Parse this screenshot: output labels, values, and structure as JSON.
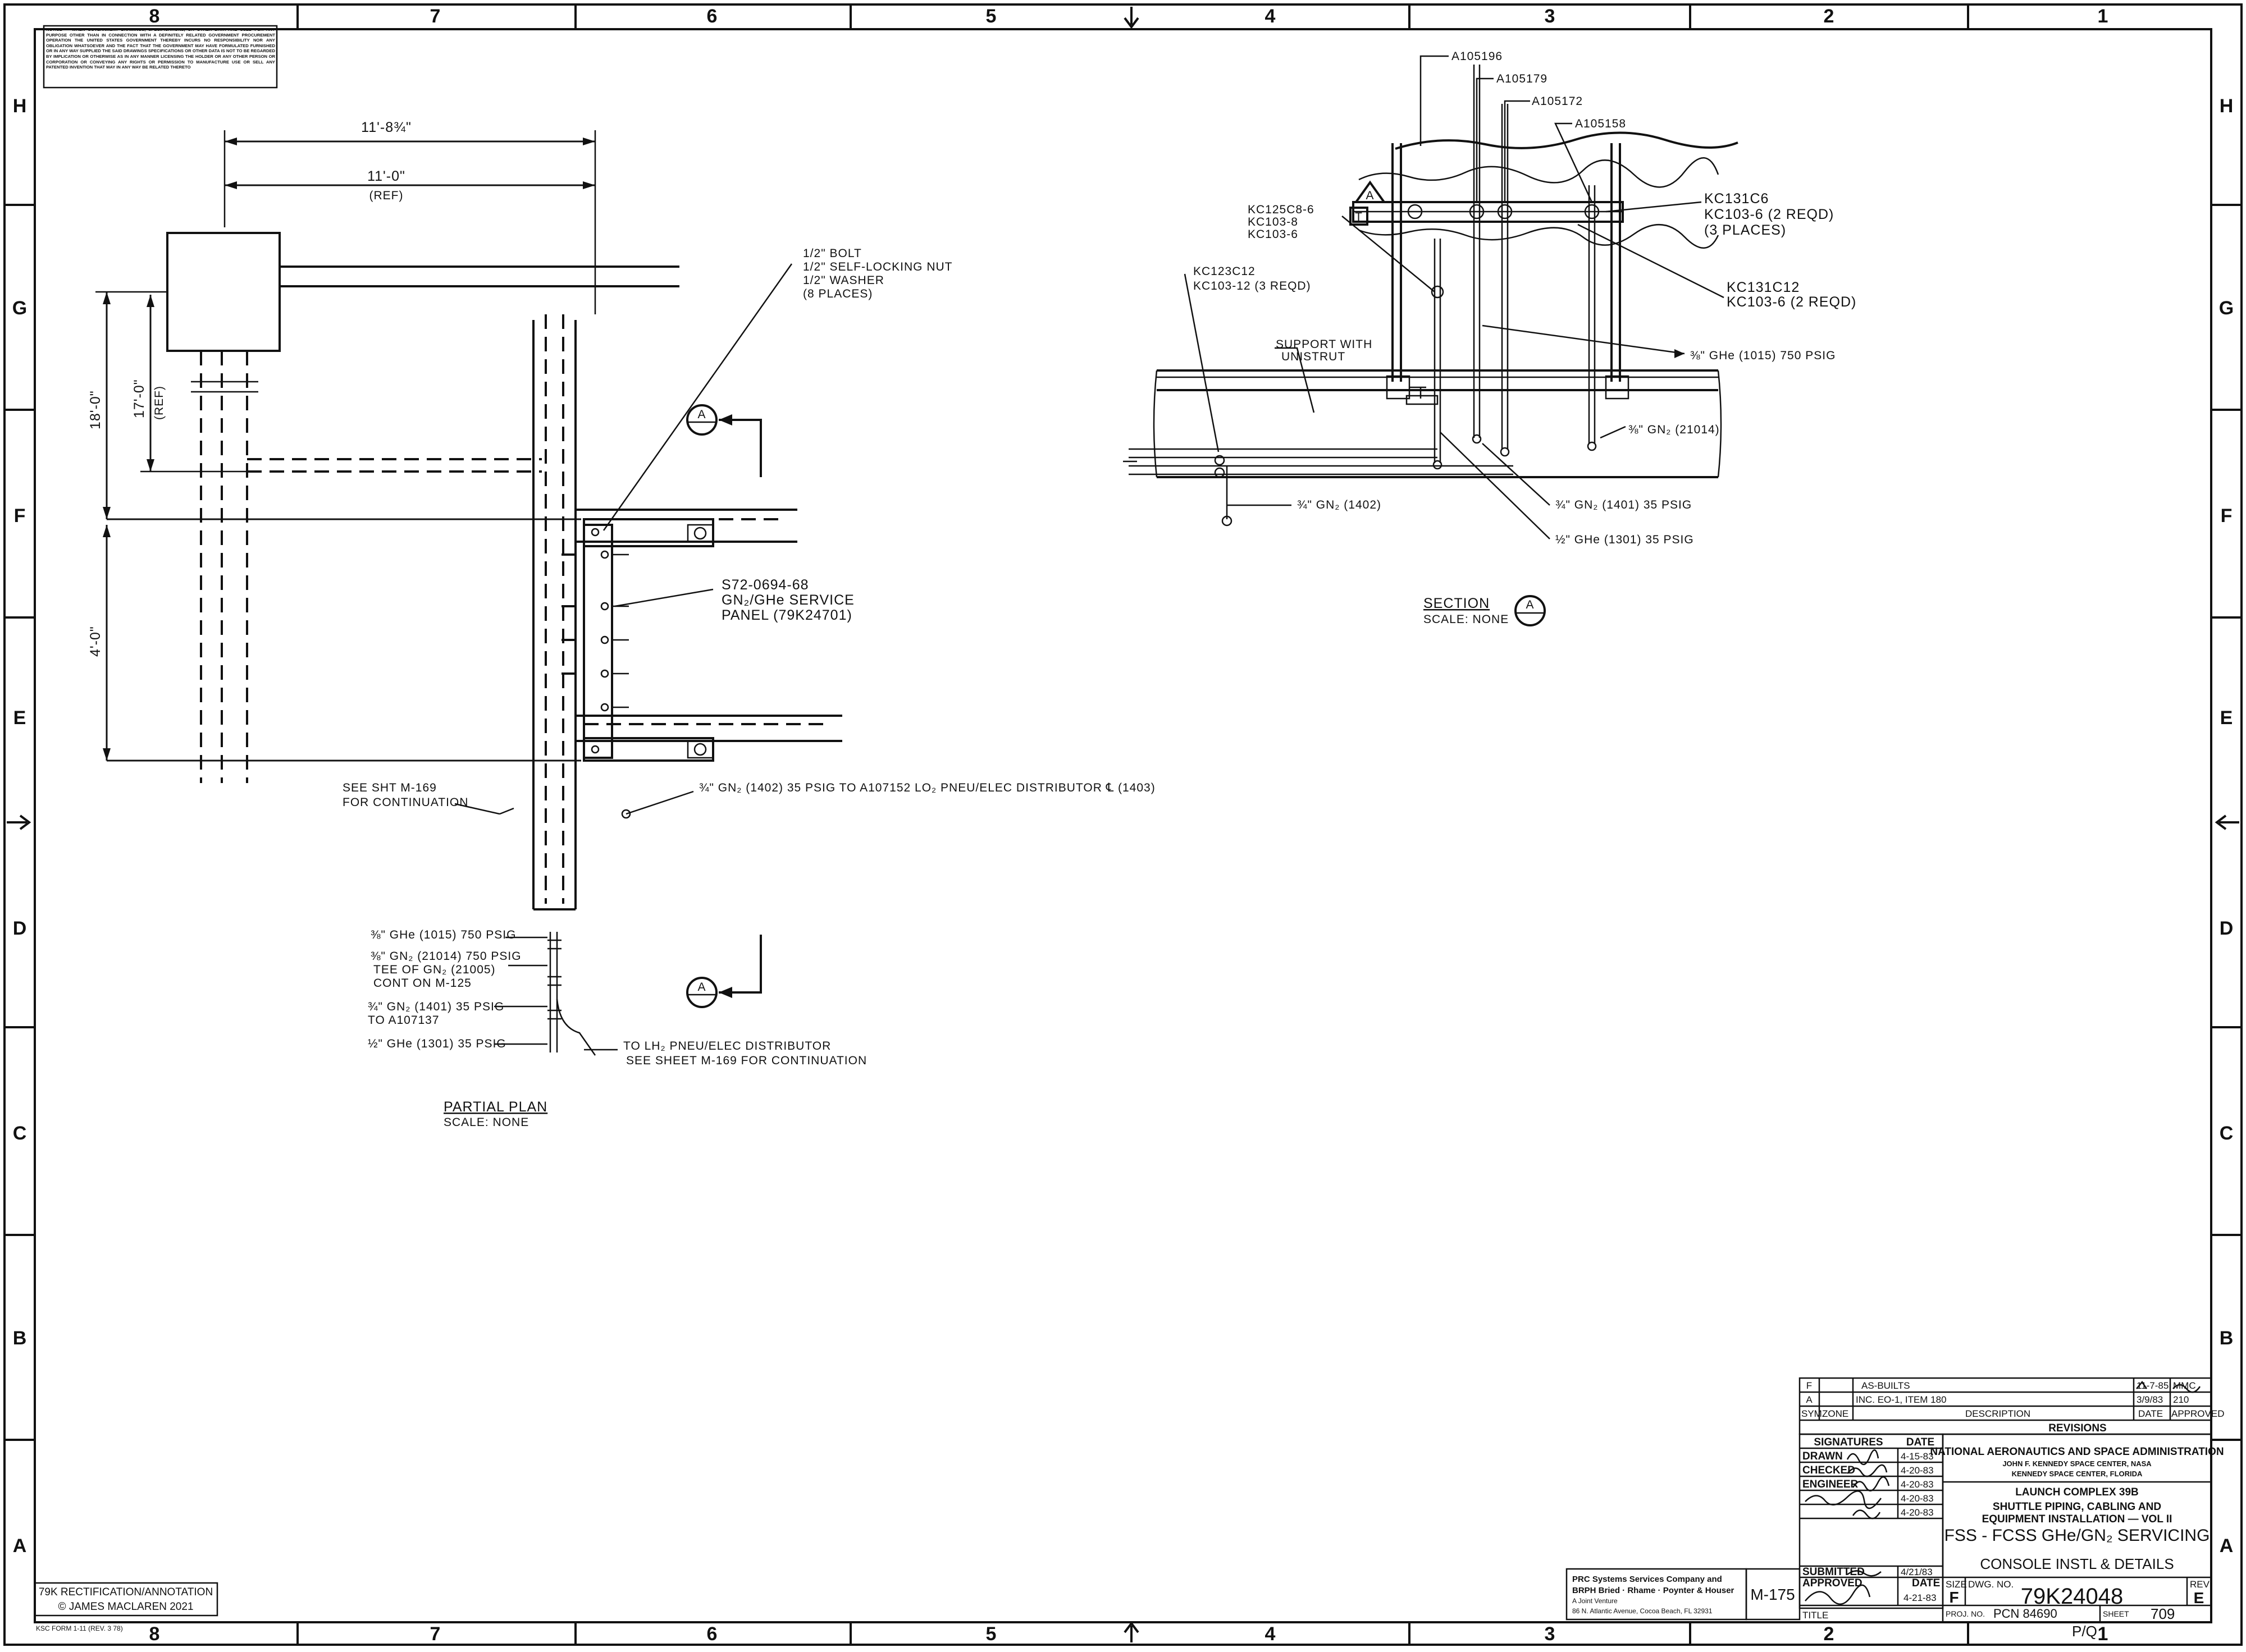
{
  "border": {
    "columns": [
      "8",
      "7",
      "6",
      "5",
      "4",
      "3",
      "2",
      "1"
    ],
    "rows": [
      "H",
      "G",
      "F",
      "E",
      "D",
      "C",
      "B",
      "A"
    ]
  },
  "notice": "NOTICE — WHEN GOVERNMENT DRAWINGS, SPECIFICATIONS, OR OTHER DATA ARE USED FOR ANY PURPOSE OTHER THAN IN CONNECTION WITH A DEFINITELY RELATED GOVERNMENT PROCUREMENT OPERATION THE UNITED STATES GOVERNMENT THEREBY INCURS NO RESPONSIBILITY NOR ANY OBLIGATION WHATSOEVER AND THE FACT THAT THE GOVERNMENT MAY HAVE FORMULATED FURNISHED OR IN ANY WAY SUPPLIED THE SAID DRAWINGS SPECIFICATIONS OR OTHER DATA IS NOT TO BE REGARDED BY IMPLICATION OR OTHERWISE AS IN ANY MANNER LICENSING THE HOLDER OR ANY OTHER PERSON OR CORPORATION OR CONVEYING ANY RIGHTS OR PERMISSION TO MANUFACTURE USE OR SELL ANY PATENTED INVENTION THAT MAY IN ANY WAY BE RELATED THERETO",
  "plan": {
    "dim_top": "11'-8¾\"",
    "dim_ref": "11'-0\"",
    "dim_ref_note": "(REF)",
    "dim_left": "18'-0\"",
    "dim_17": "17'-0\"",
    "dim_17_ref": "(REF)",
    "dim_4": "4'-0\"",
    "bolt_lines": [
      "1/2\" BOLT",
      "1/2\" SELF-LOCKING NUT",
      "1/2\" WASHER",
      "(8 PLACES)"
    ],
    "panel_lines": [
      "S72-0694-68",
      "GN₂/GHe SERVICE",
      "PANEL (79K24701)"
    ],
    "see_sht_lines": [
      "SEE SHT M-169",
      "FOR CONTINUATION"
    ],
    "gn2_1402": "¾\" GN₂ (1402) 35 PSIG TO A107152 LO₂ PNEU/ELEC DISTRIBUTOR ℄ (1403)",
    "pipe_labels": [
      "⅜\" GHe (1015) 750 PSIG",
      "⅜\" GN₂ (21014) 750 PSIG",
      "TEE OF GN₂ (21005)",
      "CONT ON M-125",
      "¾\" GN₂ (1401) 35 PSIG",
      "TO A107137",
      "½\" GHe (1301) 35 PSIG"
    ],
    "to_lh2_lines": [
      "TO LH₂ PNEU/ELEC DISTRIBUTOR",
      "SEE SHEET M-169 FOR CONTINUATION"
    ],
    "section_mark": "A",
    "title": "PARTIAL PLAN",
    "scale": "SCALE: NONE"
  },
  "section": {
    "parts": [
      "A105196",
      "A105179",
      "A105172",
      "A105158"
    ],
    "kc125_lines": [
      "KC125C8-6",
      "KC103-8",
      "KC103-6"
    ],
    "kc123_lines": [
      "KC123C12",
      "KC103-12 (3 REQD)"
    ],
    "kc131c6_lines": [
      "KC131C6",
      "KC103-6 (2 REQD)",
      "(3 PLACES)"
    ],
    "kc131c12_lines": [
      "KC131C12",
      "KC103-6 (2 REQD)"
    ],
    "support_lines": [
      "SUPPORT WITH",
      "UNISTRUT"
    ],
    "ghe_1015": "⅜\" GHe (1015) 750 PSIG",
    "gn2_21014": "⅜\" GN₂ (21014)",
    "gn2_1402": "¾\" GN₂ (1402)",
    "gn2_1401": "¾\" GN₂ (1401) 35 PSIG",
    "ghe_1301": "½\" GHe (1301) 35 PSIG",
    "section_mark": "A",
    "tag_a": "A",
    "tag_t": "T",
    "title": "SECTION",
    "scale": "SCALE: NONE"
  },
  "revisions": {
    "rows": [
      {
        "sym": "F",
        "zone": "",
        "desc": "AS-BUILTS",
        "date": "11-7-85",
        "approved": "MMC"
      },
      {
        "sym": "A",
        "zone": "",
        "desc": "INC. EO-1, ITEM 180",
        "date": "3/9/83",
        "approved": "210"
      }
    ],
    "hdr_sym": "SYM.",
    "hdr_zone": "ZONE",
    "hdr_desc": "DESCRIPTION",
    "hdr_date": "DATE",
    "hdr_approved": "APPROVED",
    "label": "REVISIONS"
  },
  "signatures": {
    "hdr_sig": "SIGNATURES",
    "hdr_date": "DATE",
    "rows": [
      {
        "role": "DRAWN",
        "date": "4-15-83"
      },
      {
        "role": "CHECKED",
        "date": "4-20-83"
      },
      {
        "role": "ENGINEER",
        "date": "4-20-83"
      },
      {
        "role": "",
        "date": "4-20-83"
      },
      {
        "role": "",
        "date": "4-20-83"
      }
    ],
    "submitted": "SUBMITTED",
    "submitted_date": "4/21/83",
    "approved": "APPROVED",
    "approved_date": "4-21-83",
    "date_lbl": "DATE"
  },
  "agency": {
    "name": "NATIONAL AERONAUTICS AND SPACE ADMINISTRATION",
    "center1": "JOHN F. KENNEDY SPACE CENTER, NASA",
    "center2": "KENNEDY SPACE CENTER, FLORIDA"
  },
  "title_block": {
    "line1": "LAUNCH COMPLEX 39B",
    "line2": "SHUTTLE PIPING, CABLING AND",
    "line3": "EQUIPMENT INSTALLATION — VOL II",
    "line4": "FSS - FCSS GHe/GN₂ SERVICING",
    "line5": "CONSOLE INSTL & DETAILS",
    "size_lbl": "SIZE",
    "size": "F",
    "dwg_lbl": "DWG. NO.",
    "dwg_no": "79K24048",
    "rev_lbl": "REV",
    "rev": "E",
    "title_lbl": "TITLE",
    "proj_lbl": "PROJ. NO.",
    "pcn": "PCN 84690",
    "sheet_lbl": "SHEET",
    "sheet": "709",
    "pq": "P/Q"
  },
  "contractor": {
    "line1": "PRC Systems Services Company and",
    "line2": "BRPH Bried · Rhame · Poynter & Houser",
    "line3": "A Joint Venture",
    "line4": "86 N. Atlantic Avenue, Cocoa Beach, FL 32931",
    "sheet_ref": "M-175"
  },
  "credit": {
    "line1": "79K RECTIFICATION/ANNOTATION",
    "line2": "© JAMES MACLAREN 2021"
  },
  "form_no": "KSC FORM 1-11 (REV. 3 78)"
}
